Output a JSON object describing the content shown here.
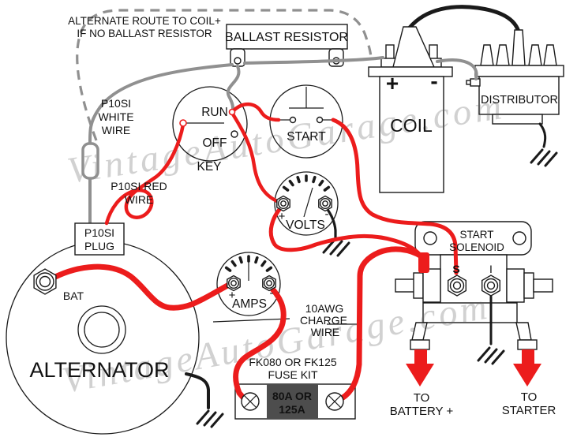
{
  "watermark": "VintageAutoGarage.com",
  "note": {
    "line1": "ALTERNATE ROUTE TO COIL+",
    "line2": "IF NO BALLAST RESISTOR"
  },
  "ballast_resistor": {
    "label": "BALLAST RESISTOR"
  },
  "coil": {
    "label": "COIL",
    "plus": "+",
    "minus": "-"
  },
  "distributor": {
    "label": "DISTRIBUTOR"
  },
  "key_switch": {
    "run": "RUN",
    "off": "OFF",
    "label": "KEY"
  },
  "start_switch": {
    "label": "START"
  },
  "volts_gauge": {
    "label": "VOLTS",
    "plus": "+",
    "minus": "-"
  },
  "amps_gauge": {
    "label": "AMPS",
    "plus": "+",
    "minus": "-"
  },
  "alternator": {
    "label": "ALTERNATOR",
    "terminal": "BAT"
  },
  "p10si_white_wire": {
    "line1": "P10SI",
    "line2": "WHITE",
    "line3": "WIRE"
  },
  "p10si_red_wire": {
    "line1": "P10SI RED",
    "line2": "WIRE"
  },
  "p10si_plug": {
    "line1": "P10SI",
    "line2": "PLUG"
  },
  "charge_wire": {
    "line1": "10AWG",
    "line2": "CHARGE",
    "line3": "WIRE"
  },
  "fuse_kit": {
    "line1": "FK080 OR FK125",
    "line2": "FUSE KIT",
    "rating1": "80A OR",
    "rating2": "125A"
  },
  "start_solenoid": {
    "line1": "START",
    "line2": "SOLENOID",
    "s_terminal": "S",
    "i_terminal": "I"
  },
  "to_battery": {
    "line1": "TO",
    "line2": "BATTERY +"
  },
  "to_starter": {
    "line1": "TO",
    "line2": "STARTER"
  },
  "colors": {
    "wire_red": "#ec1c1c",
    "wire_gray": "#909090",
    "line_black": "#1a1a1a",
    "fuse_block": "#4d4d4d",
    "watermark": "#c6c6c6",
    "s_label_red": "#c00000"
  }
}
